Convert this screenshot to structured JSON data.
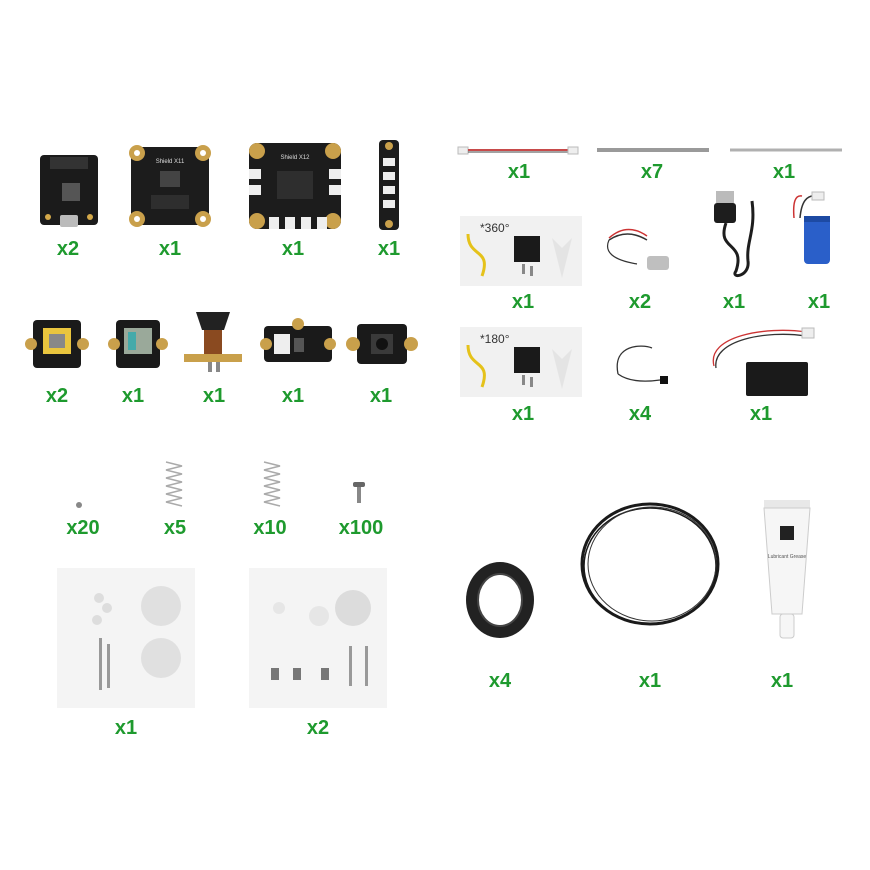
{
  "quantities": {
    "esp_board": "x2",
    "shield_x11": "x1",
    "shield_x12": "x1",
    "led_strip": "x1",
    "cable_short": "x1",
    "cable_grey": "x7",
    "cable_long": "x1",
    "servo_360": "x1",
    "motor": "x2",
    "usb_charger": "x1",
    "battery": "x1",
    "joystick": "x2",
    "thumbstick": "x1",
    "toggle_switch": "x1",
    "adapter_board": "x1",
    "button_module": "x1",
    "servo_180": "x1",
    "led_wire": "x4",
    "battery_box": "x1",
    "screws_tiny": "x20",
    "spring_short": "x5",
    "spring_long": "x10",
    "screws_m": "x100",
    "tire": "x4",
    "wire_coil": "x1",
    "grease_tube": "x1",
    "gear_kit_a": "x1",
    "gear_kit_b": "x2"
  },
  "labels": {
    "shield_x11": "Shield X11",
    "shield_x12": "Shield X12",
    "servo_360": "*360°",
    "servo_180": "*180°",
    "grease_title": "Lubricant Grease"
  }
}
